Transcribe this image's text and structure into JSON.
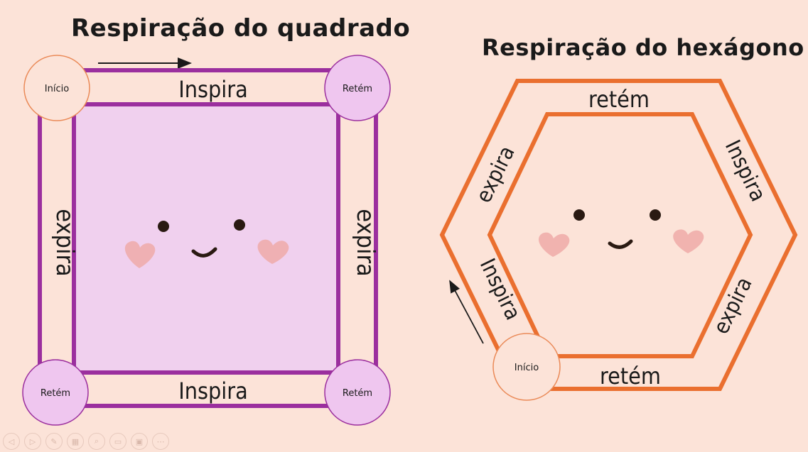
{
  "square": {
    "title": "Respiração do quadrado",
    "top_label": "Inspira",
    "bottom_label": "Inspira",
    "left_label": "expira",
    "right_label": "expira",
    "corners": {
      "top_left": "Início",
      "top_right": "Retém",
      "bottom_left": "Retém",
      "bottom_right": "Retém"
    },
    "colors": {
      "frame": "#9b2f9e",
      "inner_fill": "#f0d0ee",
      "circle_fill": "#efc6ef"
    }
  },
  "hexagon": {
    "title": "Respiração do hexágono",
    "labels": {
      "top": "retém",
      "upper_right": "Inspira",
      "lower_right": "expira",
      "bottom": "retém",
      "lower_left": "Inspira",
      "upper_left": "expira"
    },
    "start": "Início",
    "colors": {
      "frame": "#ea6f2f",
      "inner_fill": "#fce3d8",
      "circle_fill": "#fce3d8"
    }
  },
  "face_colors": {
    "eyes": "#2a1a12",
    "cheeks": "#eeaaa8",
    "mouth": "#2a1a12"
  },
  "controls": [
    "prev-icon",
    "next-icon",
    "pen-icon",
    "slides-icon",
    "zoom-icon",
    "subtitle-icon",
    "camera-icon",
    "more-icon"
  ]
}
